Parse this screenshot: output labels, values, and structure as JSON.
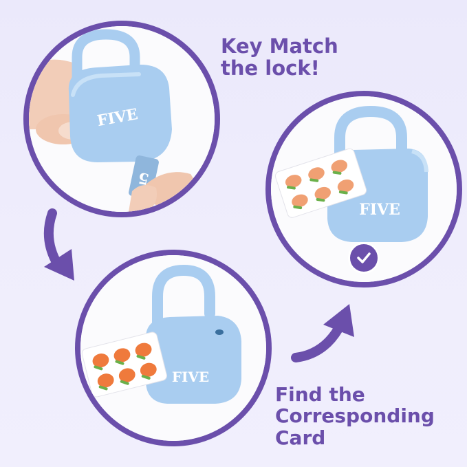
{
  "captions": {
    "top": [
      "Key Match",
      "the lock!"
    ],
    "bottom": [
      "Find the",
      "Corresponding",
      "Card"
    ]
  },
  "lock_label": "FIVE",
  "key_number": "5",
  "colors": {
    "accent": "#6b4fab",
    "lock_blue": "#a9cdf0",
    "background": "#eeecfb"
  },
  "icons": [
    "check-icon",
    "curved-arrow-down-icon",
    "curved-arrow-up-icon"
  ]
}
